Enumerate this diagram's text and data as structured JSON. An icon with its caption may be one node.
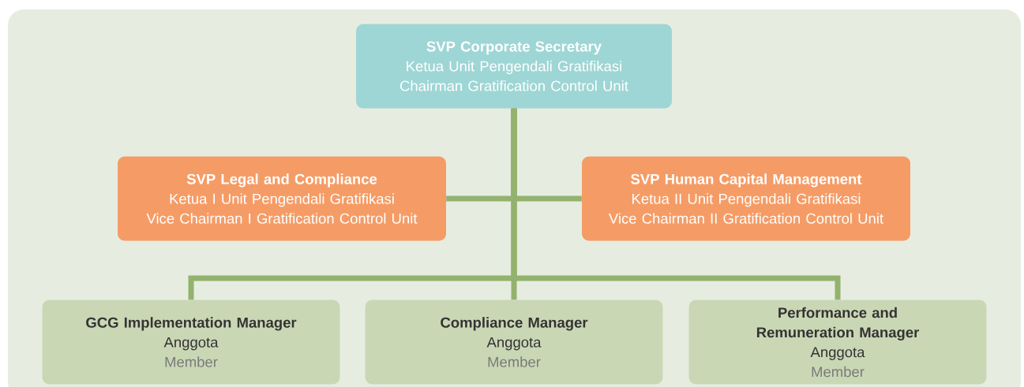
{
  "diagram": {
    "nodes": [
      {
        "text": [
          "SVP Corporate Secretary",
          "Ketua Unit Pengendali Gratifikasi",
          "Chairman Gratification Control Unit"
        ]
      },
      {
        "text": [
          "SVP Legal and Compliance",
          "Ketua I Unit Pengendali Gratifikasi",
          "Vice Chairman I Gratification Control Unit"
        ]
      },
      {
        "text": [
          "SVP Human Capital Management",
          "Ketua II Unit Pengendali Gratifikasi",
          "Vice Chairman II Gratification Control Unit"
        ]
      },
      {
        "text": [
          "GCG Implementation Manager",
          "Anggota",
          "Member"
        ]
      },
      {
        "text": [
          "Compliance Manager",
          "Anggota",
          "Member"
        ]
      },
      {
        "text": [
          "Performance and Remuneration Manager",
          "Anggota",
          "Member"
        ]
      }
    ],
    "edges": [
      {
        "from": 0,
        "to": 1,
        "arrow": "none"
      },
      {
        "from": 0,
        "to": 2,
        "arrow": "none"
      },
      {
        "from": 0,
        "to": 3,
        "arrow": "none"
      },
      {
        "from": 0,
        "to": 4,
        "arrow": "none"
      },
      {
        "from": 0,
        "to": 5,
        "arrow": "none"
      }
    ]
  }
}
